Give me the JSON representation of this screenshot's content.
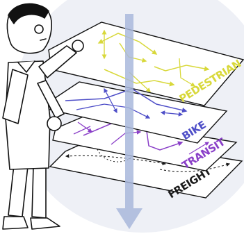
{
  "layers": [
    {
      "key": "pedestrian",
      "label": "PEDESTRIAN",
      "color": "#d8d83a"
    },
    {
      "key": "bike",
      "label": "BIKE",
      "color": "#4f4fc8"
    },
    {
      "key": "transit",
      "label": "TRANSIT",
      "color": "#8a3fc8"
    },
    {
      "key": "freight",
      "label": "FREIGHT",
      "color": "#1a1a1a"
    }
  ],
  "colors": {
    "background_circle": "#eef0f6",
    "down_arrow": "#a9b8dc",
    "outline": "#111111"
  }
}
